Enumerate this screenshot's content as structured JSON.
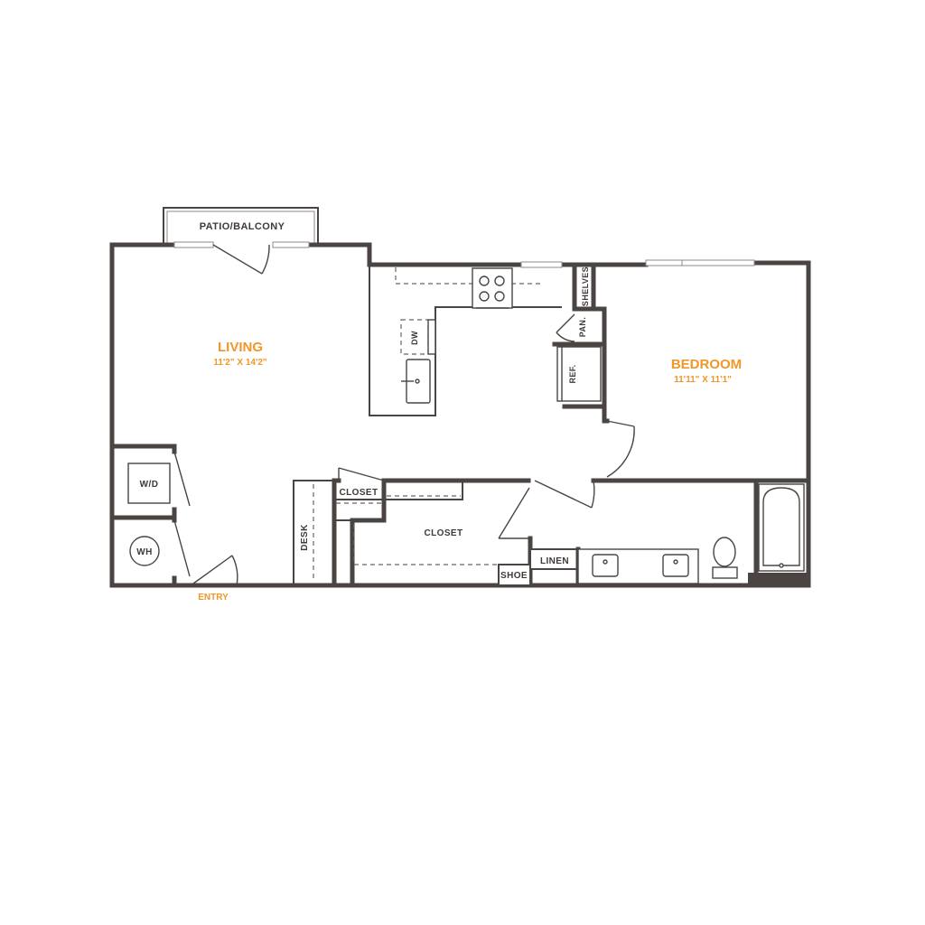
{
  "colors": {
    "wall": "#4a4543",
    "accent": "#f0962a",
    "label": "#3f3a38"
  },
  "rooms": {
    "living": {
      "name": "LIVING",
      "dims": "11'2\" X 14'2\""
    },
    "bedroom": {
      "name": "BEDROOM",
      "dims": "11'11\" X 11'1\""
    }
  },
  "labels": {
    "patio": "PATIO/BALCONY",
    "wd": "W/D",
    "wh": "WH",
    "entry": "ENTRY",
    "desk": "DESK",
    "closet_small": "CLOSET",
    "closet_walk_in": "CLOSET",
    "shoe": "SHOE",
    "linen": "LINEN",
    "dw": "DW",
    "ref": "REF.",
    "pan": "PAN.",
    "shelves": "SHELVES"
  }
}
